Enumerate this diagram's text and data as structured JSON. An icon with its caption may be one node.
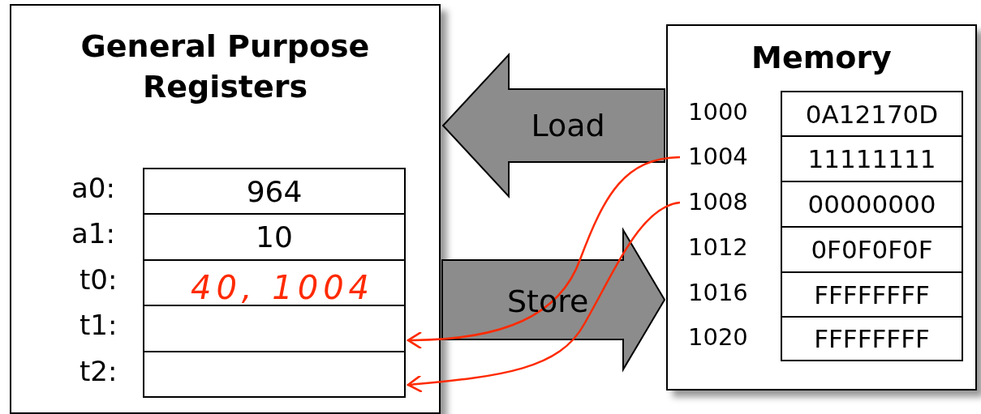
{
  "diagram": {
    "nodes": [
      {
        "text": [
          "General Purpose Registers"
        ]
      },
      {
        "text": [
          "964"
        ],
        "in": 0,
        "beside": [
          "a0:"
        ]
      },
      {
        "text": [
          "10"
        ],
        "in": 0,
        "beside": [
          "a1:"
        ]
      },
      {
        "text": [
          "40, 1004"
        ],
        "in": 0,
        "beside": [
          "t0:"
        ]
      },
      {
        "text": [],
        "shape": "box",
        "in": 0,
        "beside": [
          "t1:"
        ]
      },
      {
        "text": [],
        "shape": "box",
        "in": 0,
        "beside": [
          "t2:"
        ]
      },
      {
        "text": [
          "Memory"
        ]
      },
      {
        "text": [
          "0A12170D"
        ],
        "in": 6,
        "beside": [
          "1000"
        ]
      },
      {
        "text": [
          "11111111"
        ],
        "in": 6,
        "beside": [
          "1004"
        ]
      },
      {
        "text": [
          "00000000"
        ],
        "in": 6,
        "beside": [
          "1008"
        ]
      },
      {
        "text": [
          "0F0F0F0F"
        ],
        "in": 6,
        "beside": [
          "1012"
        ]
      },
      {
        "text": [
          "FFFFFFFF"
        ],
        "in": 6,
        "beside": [
          "1016"
        ]
      },
      {
        "text": [
          "FFFFFFFF"
        ],
        "in": 6,
        "beside": [
          "1020"
        ]
      }
    ],
    "edges": [
      {
        "from": 6,
        "to": 0,
        "arrow": "to",
        "label": "Load",
        "style": "thick"
      },
      {
        "from": 0,
        "to": 6,
        "arrow": "to",
        "label": "Store",
        "style": "thick"
      },
      {
        "from": 8,
        "to": 4,
        "arrow": "to",
        "color": "#ff2a00"
      },
      {
        "from": 9,
        "to": 5,
        "arrow": "to",
        "color": "#ff2a00"
      }
    ]
  }
}
